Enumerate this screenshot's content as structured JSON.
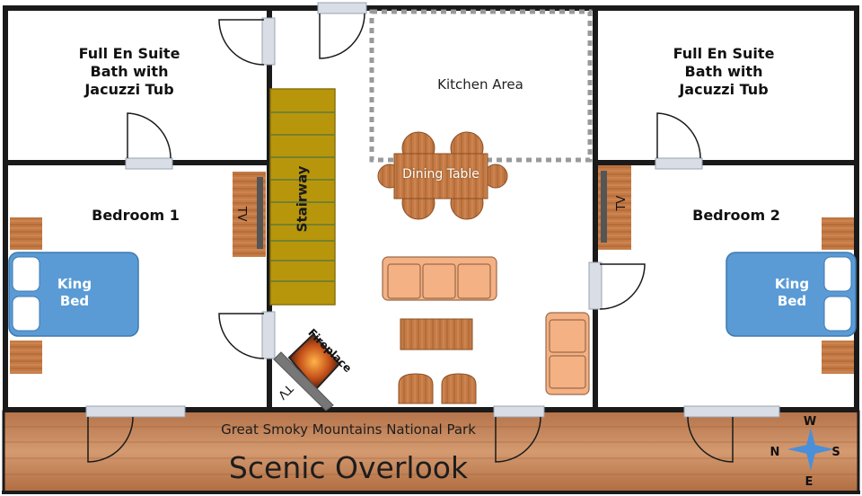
{
  "rooms": {
    "bath_left": {
      "line1": "Full En Suite",
      "line2": "Bath with",
      "line3": "Jacuzzi Tub"
    },
    "bath_right": {
      "line1": "Full En Suite",
      "line2": "Bath with",
      "line3": "Jacuzzi Tub"
    },
    "bedroom_1": "Bedroom 1",
    "bedroom_2": "Bedroom 2",
    "kitchen": "Kitchen Area",
    "dining_table": "Dining Table",
    "stairway": "Stairway",
    "fireplace": "Fireplace"
  },
  "beds": {
    "left": {
      "line1": "King",
      "line2": "Bed"
    },
    "right": {
      "line1": "King",
      "line2": "Bed"
    }
  },
  "tv_label": "TV",
  "deck": {
    "park": "Great Smoky Mountains National Park",
    "overlook": "Scenic Overlook"
  },
  "compass": {
    "north": "N",
    "south": "S",
    "east": "E",
    "west": "W"
  },
  "colors": {
    "wall": "#1a1a1a",
    "bed": "#5a9bd5",
    "stair": "#b8960c",
    "wood": "#c8834e",
    "sofa": "#f4b183",
    "door": "#d9dde5",
    "compass": "#4a8fd8"
  }
}
